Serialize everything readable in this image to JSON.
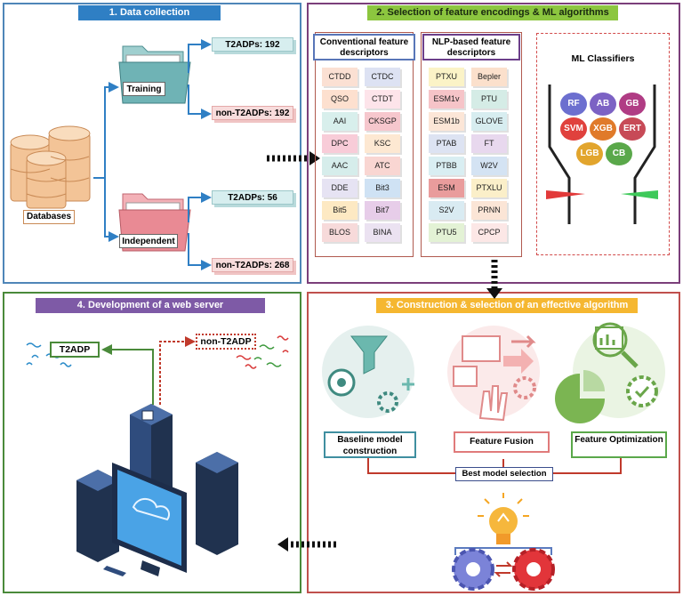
{
  "panels": {
    "p1_title": "1.     Data collection",
    "p2_title": "2. Selection of feature encodings & ML algorithms",
    "p3_title": "3. Construction & selection of an effective algorithm",
    "p4_title": "4.     Development of a web server"
  },
  "data_collection": {
    "databases": "Databases",
    "training": "Training",
    "independent": "Independent",
    "train_pos": "T2ADPs: 192",
    "train_neg": "non-T2ADPs: 192",
    "ind_pos": "T2ADPs: 56",
    "ind_neg": "non-T2ADPs: 268"
  },
  "features": {
    "conv_header": "Conventional feature descriptors",
    "nlp_header": "NLP-based feature descriptors",
    "conventional": [
      {
        "label": "CTDD",
        "color": "#fbe0d3"
      },
      {
        "label": "CTDC",
        "color": "#dde2f3"
      },
      {
        "label": "QSO",
        "color": "#fde0cf"
      },
      {
        "label": "CTDT",
        "color": "#fde4ea"
      },
      {
        "label": "AAI",
        "color": "#d8efec"
      },
      {
        "label": "CKSGP",
        "color": "#f6c7cd"
      },
      {
        "label": "DPC",
        "color": "#f8ccd8"
      },
      {
        "label": "KSC",
        "color": "#fde8d2"
      },
      {
        "label": "AAC",
        "color": "#d6edeb"
      },
      {
        "label": "ATC",
        "color": "#f9d6d2"
      },
      {
        "label": "DDE",
        "color": "#e6e3f3"
      },
      {
        "label": "Bit3",
        "color": "#cfe2f4"
      },
      {
        "label": "Bit5",
        "color": "#fde9c3"
      },
      {
        "label": "Bit7",
        "color": "#e7cde9"
      },
      {
        "label": "BLOS",
        "color": "#f7dada"
      },
      {
        "label": "BINA",
        "color": "#ebe2f1"
      }
    ],
    "nlp": [
      {
        "label": "PTXU",
        "color": "#fbf3c7"
      },
      {
        "label": "Bepler",
        "color": "#fbe0cc"
      },
      {
        "label": "ESM1v",
        "color": "#f6c4c8"
      },
      {
        "label": "PTU",
        "color": "#d5ece6"
      },
      {
        "label": "ESM1b",
        "color": "#fce6d7"
      },
      {
        "label": "GLOVE",
        "color": "#d7edf0"
      },
      {
        "label": "PTAB",
        "color": "#dde3f2"
      },
      {
        "label": "FT",
        "color": "#e8d8ee"
      },
      {
        "label": "PTBB",
        "color": "#d9eef2"
      },
      {
        "label": "W2V",
        "color": "#d4e3f3"
      },
      {
        "label": "ESM",
        "color": "#e99c9c"
      },
      {
        "label": "PTXLU",
        "color": "#fbefc9"
      },
      {
        "label": "S2V",
        "color": "#d9ebf2"
      },
      {
        "label": "PRNN",
        "color": "#fbe5d6"
      },
      {
        "label": "PTU5",
        "color": "#e3f2d5"
      },
      {
        "label": "CPCP",
        "color": "#fce7e6"
      }
    ],
    "ml_title": "ML Classifiers",
    "classifiers": [
      {
        "label": "RF",
        "color": "#6c6fcf"
      },
      {
        "label": "AB",
        "color": "#7c62c4"
      },
      {
        "label": "GB",
        "color": "#b03c84"
      },
      {
        "label": "SVM",
        "color": "#e0413d"
      },
      {
        "label": "XGB",
        "color": "#e07a2a"
      },
      {
        "label": "ERT",
        "color": "#c74a57"
      },
      {
        "label": "LGB",
        "color": "#e2a52d"
      },
      {
        "label": "CB",
        "color": "#5aa84a"
      }
    ]
  },
  "construction": {
    "baseline": "Baseline model construction",
    "fusion": "Feature Fusion",
    "optimization": "Feature Optimization",
    "best": "Best model selection"
  },
  "webserver": {
    "pos": "T2ADP",
    "neg": "non-T2ADP"
  }
}
